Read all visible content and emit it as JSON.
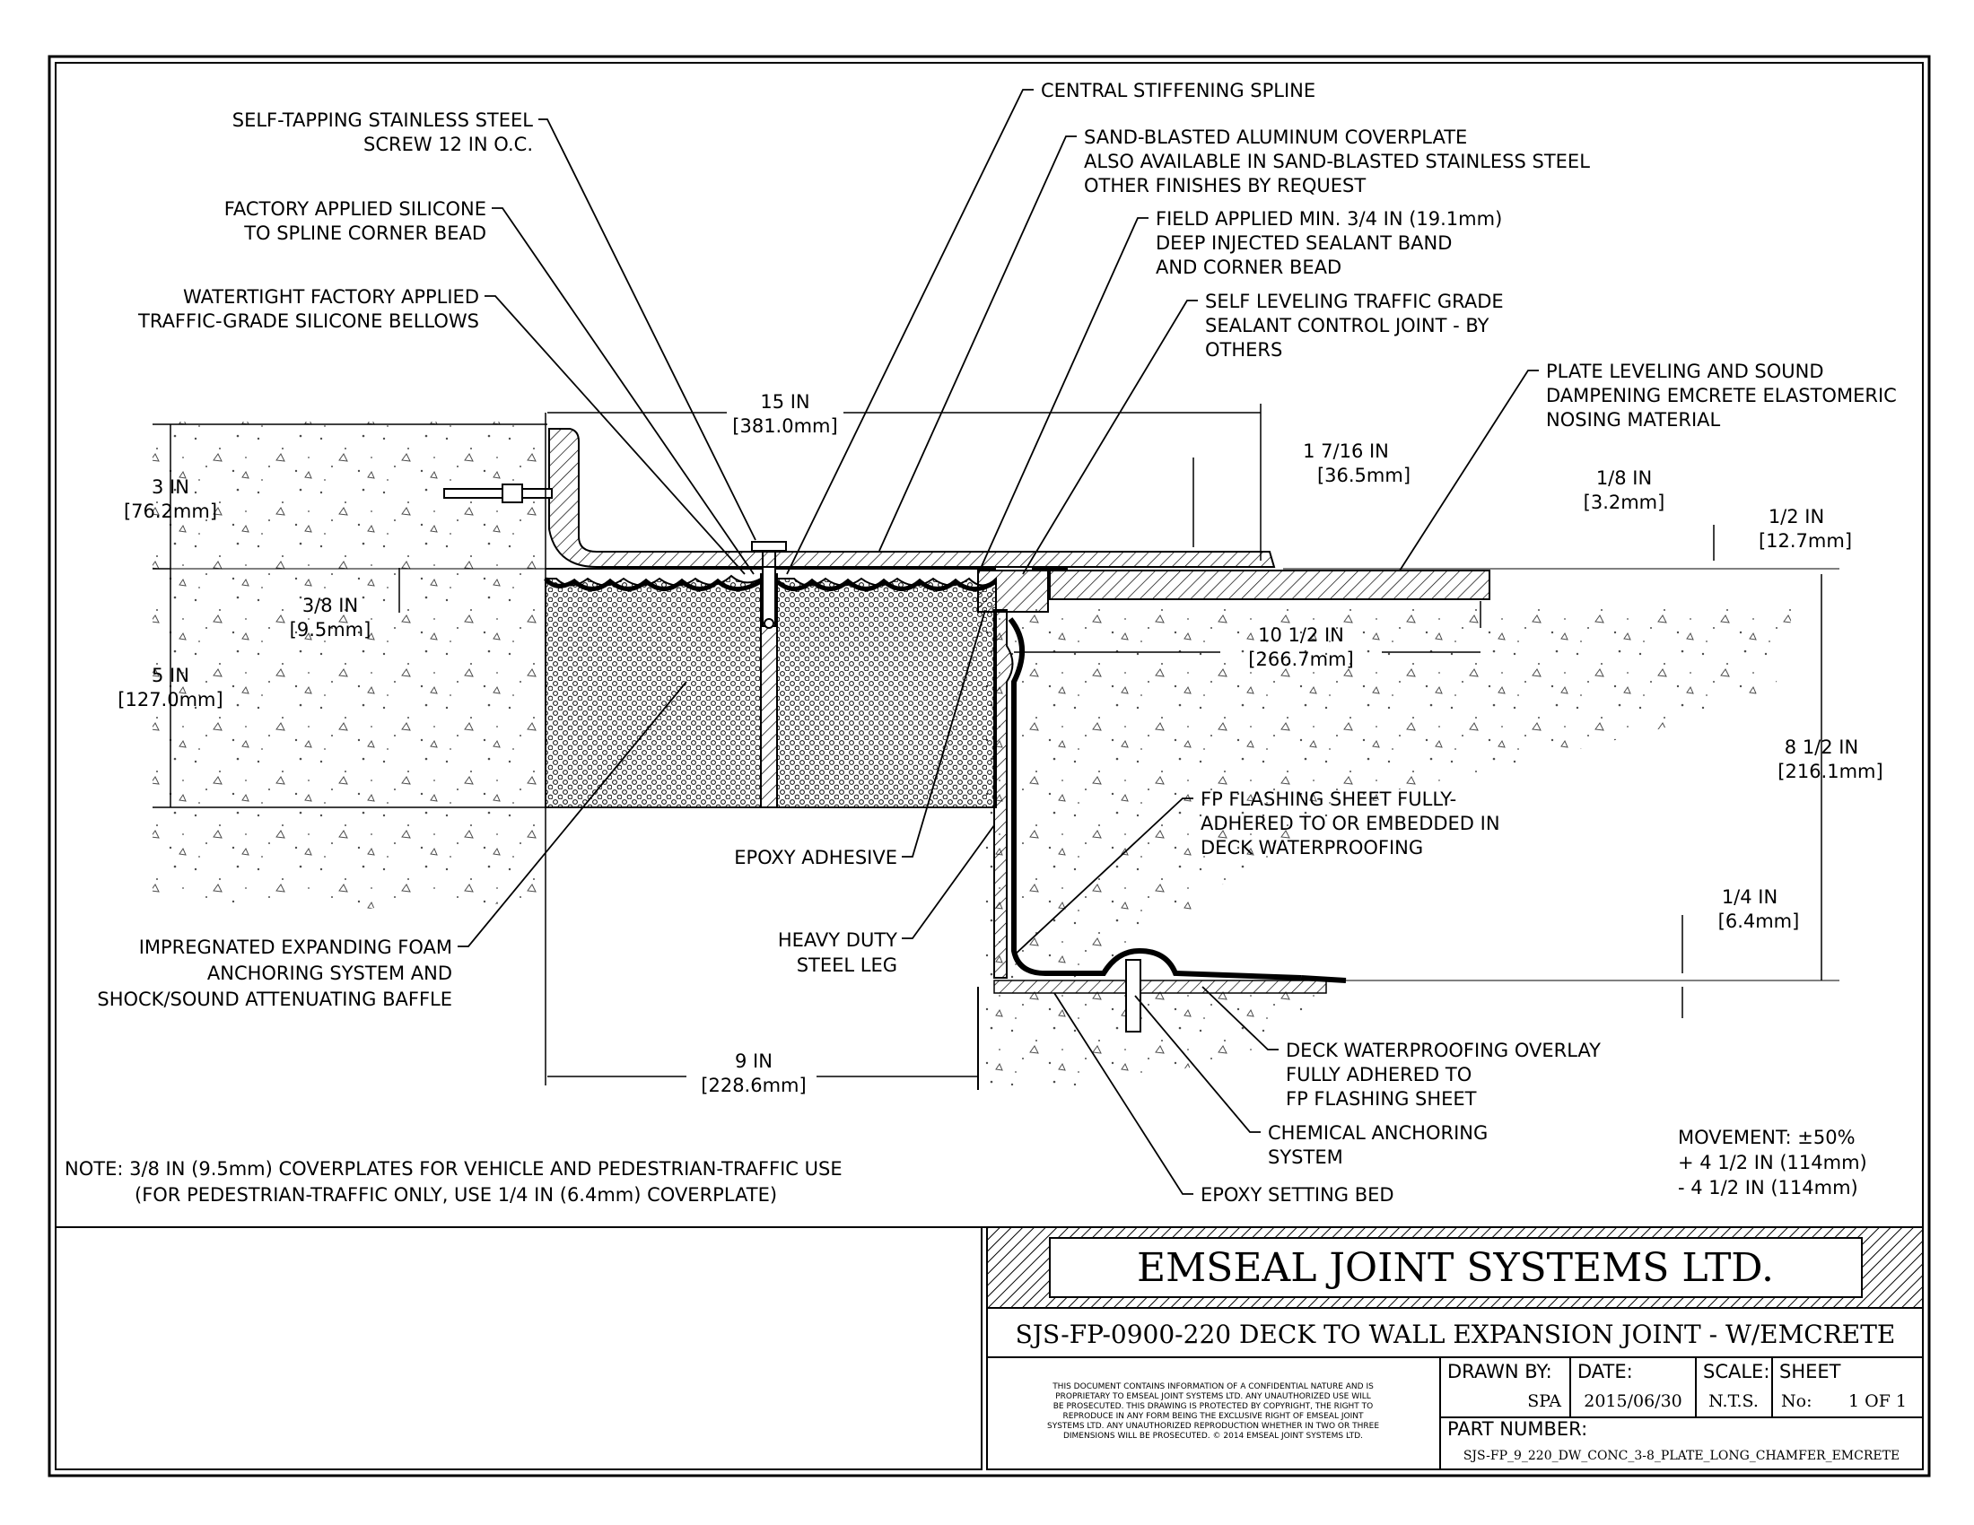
{
  "labels": {
    "screw": [
      "SELF-TAPPING STAINLESS STEEL",
      "SCREW 12 IN O.C."
    ],
    "silicone_bead": [
      "FACTORY APPLIED SILICONE",
      "TO SPLINE CORNER BEAD"
    ],
    "bellows": [
      "WATERTIGHT FACTORY APPLIED",
      "TRAFFIC-GRADE SILICONE BELLOWS"
    ],
    "spline": [
      "CENTRAL STIFFENING SPLINE"
    ],
    "coverplate": [
      "SAND-BLASTED ALUMINUM COVERPLATE",
      "ALSO AVAILABLE IN SAND-BLASTED STAINLESS STEEL",
      "OTHER FINISHES BY REQUEST"
    ],
    "sealant_band": [
      "FIELD APPLIED MIN. 3/4 IN (19.1mm)",
      "DEEP INJECTED SEALANT BAND",
      "AND CORNER BEAD"
    ],
    "control_joint": [
      "SELF LEVELING TRAFFIC GRADE",
      "SEALANT CONTROL JOINT - BY",
      "OTHERS"
    ],
    "nosing": [
      "PLATE LEVELING AND SOUND",
      "DAMPENING EMCRETE ELASTOMERIC",
      "NOSING MATERIAL"
    ],
    "foam": [
      "IMPREGNATED EXPANDING FOAM",
      "ANCHORING SYSTEM AND",
      "SHOCK/SOUND ATTENUATING BAFFLE"
    ],
    "epoxy_adhesive": [
      "EPOXY ADHESIVE"
    ],
    "steel_leg": [
      "HEAVY DUTY",
      "STEEL LEG"
    ],
    "flashing": [
      "FP FLASHING SHEET FULLY-",
      "ADHERED TO OR EMBEDDED IN",
      "DECK WATERPROOFING"
    ],
    "overlay": [
      "DECK WATERPROOFING OVERLAY",
      "FULLY ADHERED TO",
      "FP FLASHING SHEET"
    ],
    "chem_anchor": [
      "CHEMICAL ANCHORING",
      "SYSTEM"
    ],
    "epoxy_bed": [
      "EPOXY SETTING BED"
    ]
  },
  "dimensions": {
    "d15": [
      "15 IN",
      "[381.0mm]"
    ],
    "d3": [
      "3 IN",
      "[76.2mm]"
    ],
    "d38": [
      "3/8 IN",
      "[9.5mm]"
    ],
    "d5": [
      "5 IN",
      "[127.0mm]"
    ],
    "d1716": [
      "1 7/16 IN",
      "[36.5mm]"
    ],
    "d18": [
      "1/8 IN",
      "[3.2mm]"
    ],
    "d12": [
      "1/2 IN",
      "[12.7mm]"
    ],
    "d1012": [
      "10 1/2 IN",
      "[266.7mm]"
    ],
    "d812": [
      "8 1/2 IN",
      "[216.1mm]"
    ],
    "d14": [
      "1/4 IN",
      "[6.4mm]"
    ],
    "d9": [
      "9 IN",
      "[228.6mm]"
    ]
  },
  "movement": [
    "MOVEMENT: ±50%",
    "+ 4 1/2 IN (114mm)",
    "- 4 1/2 IN (114mm)"
  ],
  "note": [
    "NOTE: 3/8 IN (9.5mm) COVERPLATES FOR VEHICLE AND PEDESTRIAN-TRAFFIC USE",
    "(FOR PEDESTRIAN-TRAFFIC ONLY, USE 1/4 IN (6.4mm) COVERPLATE)"
  ],
  "title_block": {
    "company": "EMSEAL JOINT SYSTEMS LTD.",
    "drawing_title": "SJS-FP-0900-220 DECK TO WALL EXPANSION JOINT - W/EMCRETE",
    "disclaimer": [
      "THIS DOCUMENT CONTAINS INFORMATION OF A CONFIDENTIAL NATURE AND IS",
      "PROPRIETARY TO EMSEAL JOINT SYSTEMS LTD. ANY UNAUTHORIZED USE WILL",
      "BE PROSECUTED. THIS DRAWING IS PROTECTED BY COPYRIGHT, THE RIGHT TO",
      "REPRODUCE IN ANY FORM BEING THE EXCLUSIVE RIGHT OF EMSEAL JOINT",
      "SYSTEMS LTD. ANY UNAUTHORIZED REPRODUCTION WHETHER IN TWO OR THREE",
      "DIMENSIONS WILL BE PROSECUTED. © 2014 EMSEAL JOINT SYSTEMS LTD."
    ],
    "drawn_by_label": "DRAWN BY:",
    "drawn_by": "SPA",
    "date_label": "DATE:",
    "date": "2015/06/30",
    "scale_label": "SCALE:",
    "scale": "N.T.S.",
    "sheet_label": "SHEET",
    "sheet_no_label": "No:",
    "sheet": "1 OF 1",
    "part_number_label": "PART NUMBER:",
    "part_number": "SJS-FP_9_220_DW_CONC_3-8_PLATE_LONG_CHAMFER_EMCRETE"
  }
}
